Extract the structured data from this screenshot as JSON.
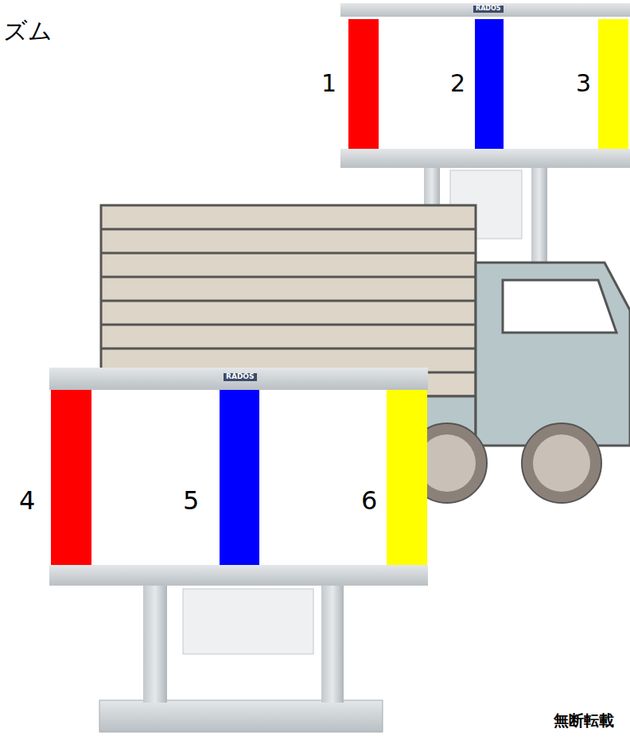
{
  "diagram": {
    "title": "ズム",
    "labels": [
      "RADOS",
      "RADOS",
      "1",
      "2",
      "3",
      "4",
      "5",
      "6",
      "無断転載"
    ]
  }
}
